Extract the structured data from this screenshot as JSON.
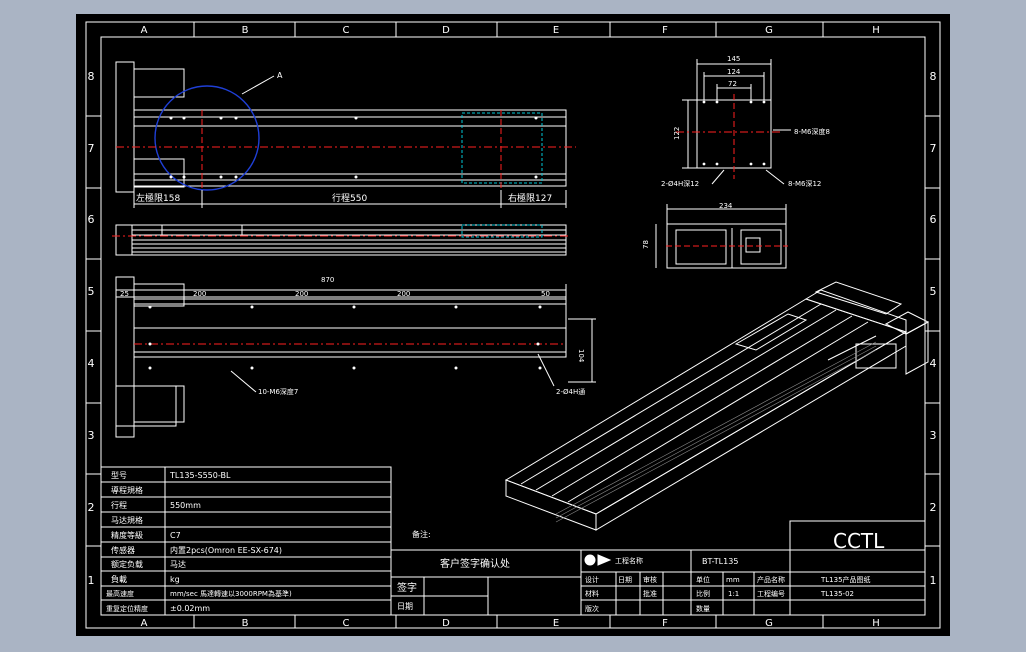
{
  "colors": {
    "background": "#aab4c4",
    "paper": "#000000",
    "line": "#ffffff",
    "centerline": "#ff2020",
    "detail_circle": "#1f3fd6",
    "hidden": "#00c8d8"
  },
  "grid": {
    "columns": [
      "A",
      "B",
      "C",
      "D",
      "E",
      "F",
      "G",
      "H"
    ],
    "rows": [
      "8",
      "7",
      "6",
      "5",
      "4",
      "3",
      "2",
      "1"
    ]
  },
  "front_view": {
    "detail_label": "A",
    "left_limit": "左極限158",
    "stroke": "行程550",
    "right_limit": "右極限127"
  },
  "top_view": {
    "dim_total": "870",
    "dim_25": "25",
    "dim_200_1": "200",
    "dim_200_2": "200",
    "dim_200_3": "200",
    "dim_50": "50",
    "dim_104": "104",
    "note_holes": "10-M6深度7",
    "note_through": "2-Ø4H通"
  },
  "end_view": {
    "dim_145": "145",
    "dim_124": "124",
    "dim_72": "72",
    "dim_122": "122",
    "note_right": "8-M6深度8",
    "note_bottom_left": "2-Ø4H深12",
    "note_bottom_right": "8-M6深12"
  },
  "side_section": {
    "dim_234": "234",
    "dim_78": "78"
  },
  "spec_table": {
    "rows": [
      {
        "label": "型号",
        "value": "TL135-S550-BL"
      },
      {
        "label": "導程規格",
        "value": ""
      },
      {
        "label": "行程",
        "value": "550mm"
      },
      {
        "label": "马达規格",
        "value": ""
      },
      {
        "label": "精度等級",
        "value": "C7"
      },
      {
        "label": "传感器",
        "value": "内置2pcs(Omron EE-SX-674)"
      },
      {
        "label": "额定负载",
        "value": "马达"
      },
      {
        "label": "負載",
        "value": "kg"
      },
      {
        "label": "最高速度",
        "value": "mm/sec 馬達轉速以3000RPM為基準)"
      },
      {
        "label": "重复定位精度",
        "value": "±0.02mm"
      }
    ]
  },
  "notes_label": "备注:",
  "client_confirm": "客户签字确认处",
  "signature_label": "签字",
  "date_label": "日期",
  "title_block": {
    "company_tag": "工程名称",
    "project": "BT-TL135",
    "brand": "CCTL",
    "designer": "设计",
    "checker": "审核",
    "approver": "批准",
    "scale_label": "比例",
    "scale_value": "1:1",
    "drawing_no_label": "工程编号",
    "product_name_label": "产品名称",
    "product_name": "TL135产品图纸",
    "date_col": "日期",
    "units_label": "单位",
    "units_value": "mm",
    "material_label": "材料",
    "quantity_label": "数量",
    "drawing_no": "TL135-02",
    "sheet_label": "版次"
  }
}
